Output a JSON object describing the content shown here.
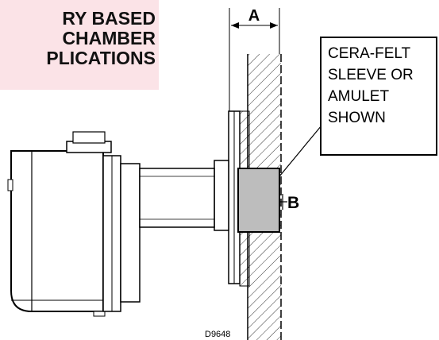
{
  "title": {
    "lines": [
      "RY BASED",
      "CHAMBER",
      "PLICATIONS"
    ]
  },
  "callout": {
    "lines": [
      "CERA-FELT",
      "SLEEVE OR",
      "AMULET",
      "SHOWN"
    ]
  },
  "dimension_labels": {
    "a": "A",
    "b": "B"
  },
  "drawing_number": "D9648",
  "colors": {
    "title_background": "#fbe3e7",
    "sleeve_fill": "#bdbdbd",
    "line": "#000000"
  }
}
